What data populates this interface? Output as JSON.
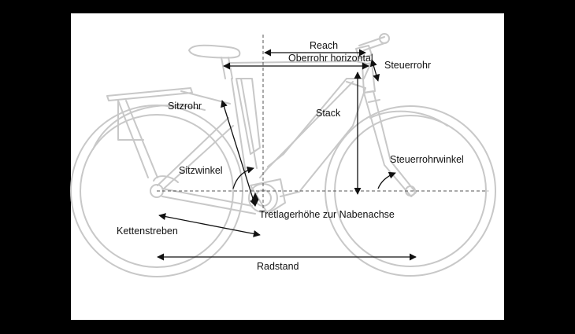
{
  "colors": {
    "frame_outline": "#c8c8c8",
    "measure_lines": "#111111",
    "background": "#000000",
    "paper": "#ffffff"
  },
  "labels": {
    "reach": "Reach",
    "top_tube_horizontal": "Oberrohr horizontal",
    "head_tube": "Steuerrohr",
    "seat_tube": "Sitzrohr",
    "stack": "Stack",
    "seat_angle": "Sitzwinkel",
    "head_tube_angle": "Steuerrohrwinkel",
    "bb_height": "Tretlagerhöhe zur Nabenachse",
    "chainstays": "Kettenstreben",
    "wheelbase": "Radstand"
  }
}
